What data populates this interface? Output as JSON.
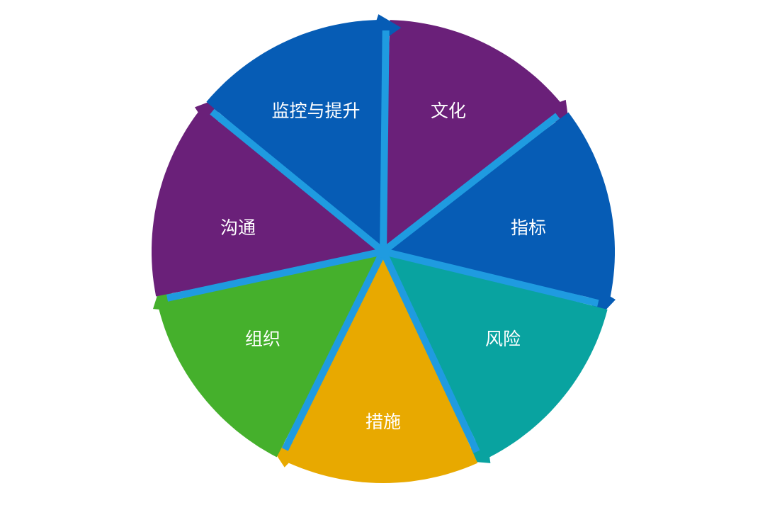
{
  "diagram": {
    "type": "cycle-wheel",
    "separator_color": "#1f9be0",
    "segments": [
      {
        "label": "文化",
        "color": "#6a2079"
      },
      {
        "label": "指标",
        "color": "#065cb5"
      },
      {
        "label": "风险",
        "color": "#09a3a0"
      },
      {
        "label": "措施",
        "color": "#e8a900"
      },
      {
        "label": "组织",
        "color": "#45b02c"
      },
      {
        "label": "沟通",
        "color": "#6a2079"
      },
      {
        "label": "监控与提升",
        "color": "#065cb5"
      }
    ]
  }
}
